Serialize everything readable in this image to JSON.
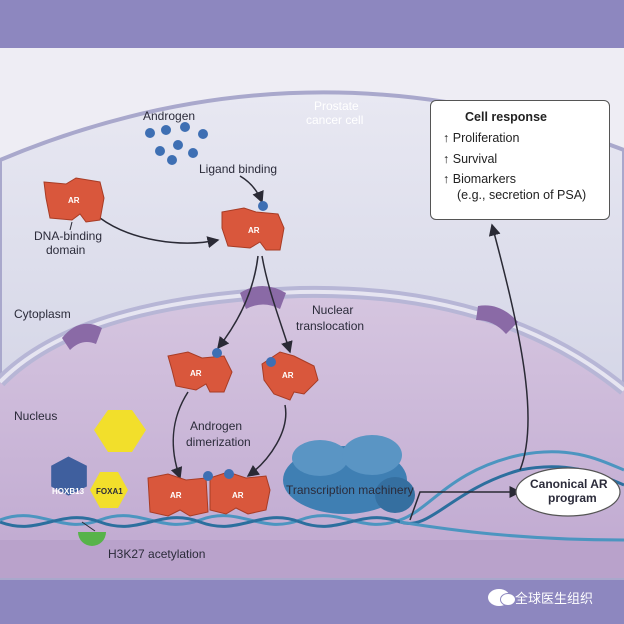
{
  "labels": {
    "androgen": "Androgen",
    "prostate_cell_1": "Prostate",
    "prostate_cell_2": "cancer cell",
    "ligand_binding": "Ligand binding",
    "dna_binding_1": "DNA-binding",
    "dna_binding_2": "domain",
    "cytoplasm": "Cytoplasm",
    "nuclear_translocation_1": "Nuclear",
    "nuclear_translocation_2": "translocation",
    "nucleus": "Nucleus",
    "androgen_dimerization_1": "Androgen",
    "androgen_dimerization_2": "dimerization",
    "transcription_machinery": "Transcription machinery",
    "canonical_program_1": "Canonical AR",
    "canonical_program_2": "program",
    "h3k27": "H3K27 acetylation",
    "ar": "AR",
    "hoxb13": "HOXB13",
    "foxa1": "FOXA1"
  },
  "cell_response": {
    "title": "Cell response",
    "items": [
      {
        "arrow": "↑",
        "text": "Proliferation"
      },
      {
        "arrow": "↑",
        "text": "Survival"
      },
      {
        "arrow": "↑",
        "text": "Biomarkers",
        "sub": "(e.g., secretion of PSA)"
      }
    ]
  },
  "watermark": "全球医生组织",
  "colors": {
    "background": "#8d87bf",
    "top_band": "#ecebf3",
    "cytoplasm": "#dfe1ee",
    "nucleus": "#c9b4d6",
    "membrane": "#b7b6d6",
    "receptor": "#d9573c",
    "androgen_dot": "#3e6fb3",
    "dna": "#5aa4c9",
    "hoxb13": "#3f5f9e",
    "foxa1": "#f2df2b",
    "acetylation": "#57b34a",
    "transcription": "#3f7fb3",
    "pore": "#8a6aa6"
  }
}
